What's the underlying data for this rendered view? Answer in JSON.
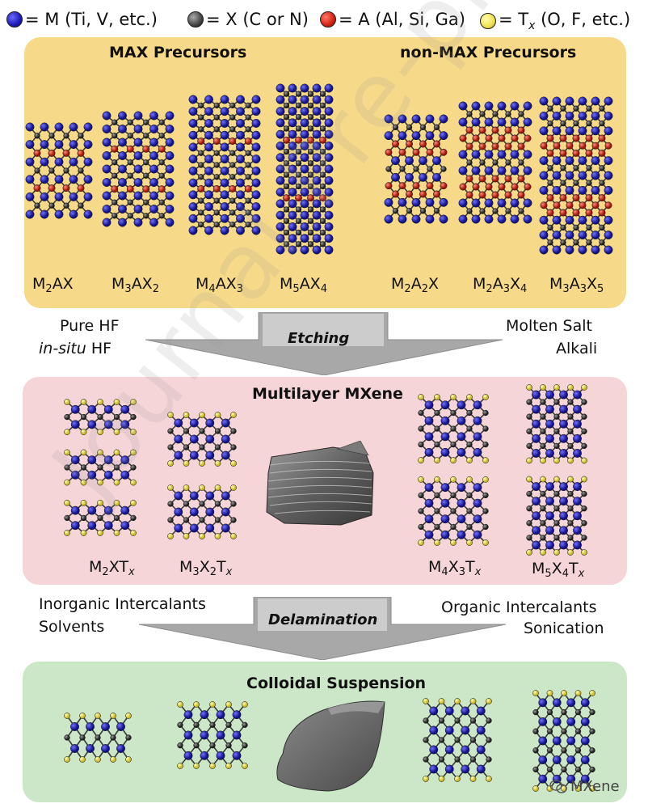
{
  "legend": {
    "m": "= M (Ti, V, etc.)",
    "x": "= X (C or N)",
    "a": "= A (Al, Si, Ga)",
    "t_main": "= T",
    "t_sub": "x",
    "t_rest": " (O, F, etc.)"
  },
  "colors": {
    "m": "#1f1fc4",
    "x": "#3a3a3a",
    "a": "#d42a1c",
    "t": "#f0e050",
    "max_panel": "#f7d98a",
    "multilayer_panel": "#f6d5d8",
    "colloid_panel": "#cbe7c8",
    "arrow": "#a8a8a8"
  },
  "max_panel": {
    "title_left": "MAX Precursors",
    "title_right": "non-MAX Precursors",
    "formulas": [
      {
        "parts": [
          {
            "t": "M"
          },
          {
            "t": "2",
            "sub": true
          },
          {
            "t": "AX"
          }
        ]
      },
      {
        "parts": [
          {
            "t": "M"
          },
          {
            "t": "3",
            "sub": true
          },
          {
            "t": "AX"
          },
          {
            "t": "2",
            "sub": true
          }
        ]
      },
      {
        "parts": [
          {
            "t": "M"
          },
          {
            "t": "4",
            "sub": true
          },
          {
            "t": "AX"
          },
          {
            "t": "3",
            "sub": true
          }
        ]
      },
      {
        "parts": [
          {
            "t": "M"
          },
          {
            "t": "5",
            "sub": true
          },
          {
            "t": "AX"
          },
          {
            "t": "4",
            "sub": true
          }
        ]
      },
      {
        "parts": [
          {
            "t": "M"
          },
          {
            "t": "2",
            "sub": true
          },
          {
            "t": "A"
          },
          {
            "t": "2",
            "sub": true
          },
          {
            "t": "X"
          }
        ]
      },
      {
        "parts": [
          {
            "t": "M"
          },
          {
            "t": "2",
            "sub": true
          },
          {
            "t": "A"
          },
          {
            "t": "3",
            "sub": true
          },
          {
            "t": "X"
          },
          {
            "t": "4",
            "sub": true
          }
        ]
      },
      {
        "parts": [
          {
            "t": "M"
          },
          {
            "t": "3",
            "sub": true
          },
          {
            "t": "A"
          },
          {
            "t": "3",
            "sub": true
          },
          {
            "t": "X"
          },
          {
            "t": "5",
            "sub": true
          }
        ]
      }
    ]
  },
  "etching": {
    "label": "Etching",
    "left_line1": "Pure HF",
    "left_line2_italic": "in-situ",
    "left_line2_rest": " HF",
    "right_line1": "Molten Salt",
    "right_line2": "Alkali"
  },
  "multilayer_panel": {
    "title": "Multilayer MXene",
    "formulas": [
      {
        "parts": [
          {
            "t": "M"
          },
          {
            "t": "2",
            "sub": true
          },
          {
            "t": "XT"
          },
          {
            "t": "x",
            "sub": true,
            "it": true
          }
        ]
      },
      {
        "parts": [
          {
            "t": "M"
          },
          {
            "t": "3",
            "sub": true
          },
          {
            "t": "X"
          },
          {
            "t": "2",
            "sub": true
          },
          {
            "t": "T"
          },
          {
            "t": "x",
            "sub": true,
            "it": true
          }
        ]
      },
      {
        "parts": [
          {
            "t": "M"
          },
          {
            "t": "4",
            "sub": true
          },
          {
            "t": "X"
          },
          {
            "t": "3",
            "sub": true
          },
          {
            "t": "T"
          },
          {
            "t": "x",
            "sub": true,
            "it": true
          }
        ]
      },
      {
        "parts": [
          {
            "t": "M"
          },
          {
            "t": "5",
            "sub": true
          },
          {
            "t": "X"
          },
          {
            "t": "4",
            "sub": true
          },
          {
            "t": "T"
          },
          {
            "t": "x",
            "sub": true,
            "it": true
          }
        ]
      }
    ]
  },
  "delamination": {
    "label": "Delamination",
    "left_line1": "Inorganic Intercalants",
    "left_line2": "Solvents",
    "right_line1": "Organic Intercalants",
    "right_line2": "Sonication"
  },
  "colloid_panel": {
    "title": "Colloidal Suspension"
  },
  "watermark": {
    "label": "MXene",
    "background_text": "Journal Pre-proof"
  }
}
